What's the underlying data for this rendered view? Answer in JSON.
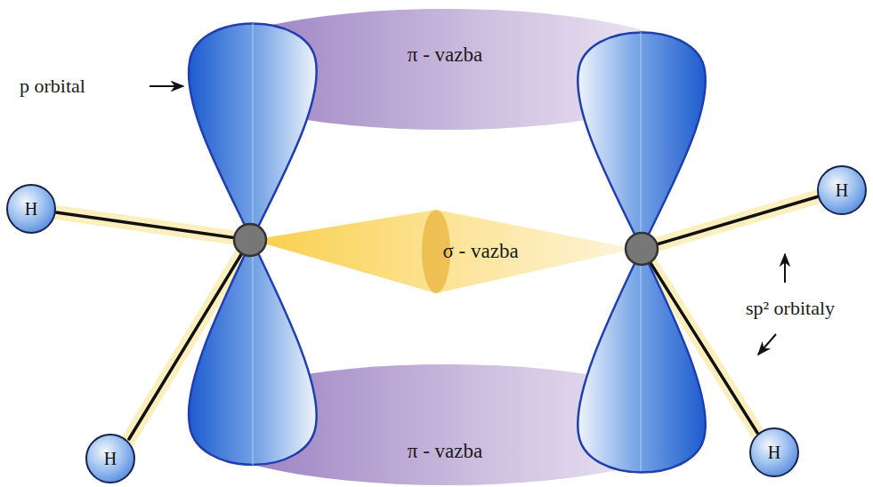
{
  "diagram": {
    "nodes": [
      {
        "text": [
          "π - vazba"
        ]
      },
      {
        "text": [
          "H"
        ]
      },
      {
        "text": [
          "H"
        ]
      },
      {
        "text": [
          "σ - vazba"
        ]
      },
      {
        "text": [
          "H"
        ]
      },
      {
        "text": [
          "H"
        ]
      },
      {
        "text": [
          "π - vazba"
        ]
      }
    ],
    "labels": [
      "p orbital",
      "sp² orbitaly"
    ]
  }
}
